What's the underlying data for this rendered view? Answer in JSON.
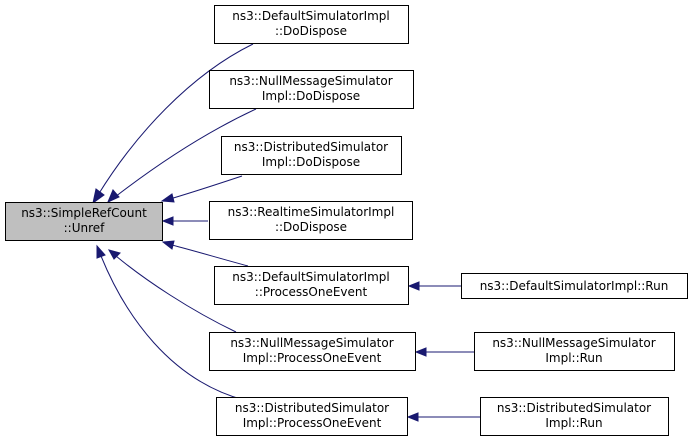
{
  "nodes": [
    {
      "id": "root",
      "lines": [
        "ns3::SimpleRefCount",
        "::Unref"
      ],
      "highlighted": true
    },
    {
      "id": "n1",
      "lines": [
        "ns3::DefaultSimulatorImpl",
        "::DoDispose"
      ]
    },
    {
      "id": "n2",
      "lines": [
        "ns3::NullMessageSimulator",
        "Impl::DoDispose"
      ]
    },
    {
      "id": "n3",
      "lines": [
        "ns3::DistributedSimulator",
        "Impl::DoDispose"
      ]
    },
    {
      "id": "n4",
      "lines": [
        "ns3::RealtimeSimulatorImpl",
        "::DoDispose"
      ]
    },
    {
      "id": "n5",
      "lines": [
        "ns3::DefaultSimulatorImpl",
        "::ProcessOneEvent"
      ]
    },
    {
      "id": "n6",
      "lines": [
        "ns3::NullMessageSimulator",
        "Impl::ProcessOneEvent"
      ]
    },
    {
      "id": "n7",
      "lines": [
        "ns3::DistributedSimulator",
        "Impl::ProcessOneEvent"
      ]
    },
    {
      "id": "n8",
      "lines": [
        "ns3::DefaultSimulatorImpl::Run"
      ]
    },
    {
      "id": "n9",
      "lines": [
        "ns3::NullMessageSimulator",
        "Impl::Run"
      ]
    },
    {
      "id": "n10",
      "lines": [
        "ns3::DistributedSimulator",
        "Impl::Run"
      ]
    }
  ],
  "edges": [
    {
      "from": "n1",
      "to": "root"
    },
    {
      "from": "n2",
      "to": "root"
    },
    {
      "from": "n3",
      "to": "root"
    },
    {
      "from": "n4",
      "to": "root"
    },
    {
      "from": "n5",
      "to": "root"
    },
    {
      "from": "n6",
      "to": "root"
    },
    {
      "from": "n7",
      "to": "root"
    },
    {
      "from": "n8",
      "to": "n5"
    },
    {
      "from": "n9",
      "to": "n6"
    },
    {
      "from": "n10",
      "to": "n7"
    }
  ],
  "colors": {
    "edge": "#191970",
    "root_fill": "#bfbfbf",
    "node_fill": "#ffffff",
    "border": "#000000"
  }
}
